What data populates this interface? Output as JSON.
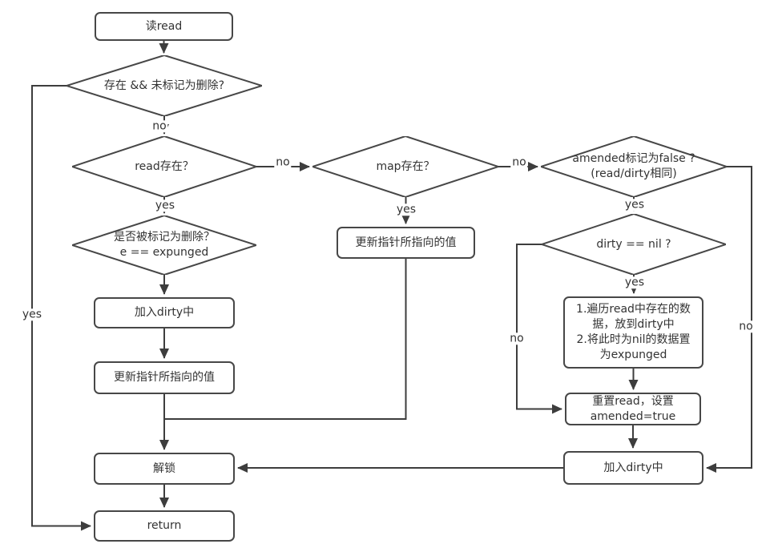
{
  "nodes": {
    "start": {
      "label": "读read"
    },
    "exists_check": {
      "label": "存在 && 未标记为删除?"
    },
    "read_exists": {
      "label": "read存在？"
    },
    "map_exists": {
      "label": "map存在？"
    },
    "amended": {
      "line1": "amended标记为false ?",
      "line2": "(read/dirty相同)"
    },
    "expunged": {
      "line1": "是否被标记为删除？",
      "line2": "e == expunged"
    },
    "dirty_nil": {
      "label": "dirty == nil ?"
    },
    "update_pointer_mid": {
      "label": "更新指针所指向的值"
    },
    "add_dirty_left": {
      "label": "加入dirty中"
    },
    "update_pointer_left": {
      "label": "更新指针所指向的值"
    },
    "traverse_read": {
      "item1": "1.遍历read中存在的数据，放到dirty中",
      "item2": "2.将此时为nil的数据置为expunged"
    },
    "reset_read": {
      "line1": "重置read，设置",
      "line2": "amended=true"
    },
    "add_dirty_right": {
      "label": "加入dirty中"
    },
    "unlock": {
      "label": "解锁"
    },
    "return": {
      "label": "return"
    }
  },
  "edge_labels": {
    "exists_no": "no",
    "exists_yes": "yes",
    "read_exists_yes": "yes",
    "read_exists_no": "no",
    "map_exists_yes": "yes",
    "map_exists_no": "no",
    "amended_yes": "yes",
    "amended_no": "no",
    "dirty_nil_yes": "yes",
    "dirty_nil_no": "no"
  },
  "edges": [
    {
      "from": "start",
      "to": "exists_check",
      "label": ""
    },
    {
      "from": "exists_check",
      "to": "read_exists",
      "label": "no"
    },
    {
      "from": "exists_check",
      "to": "return",
      "label": "yes"
    },
    {
      "from": "read_exists",
      "to": "expunged",
      "label": "yes"
    },
    {
      "from": "read_exists",
      "to": "map_exists",
      "label": "no"
    },
    {
      "from": "map_exists",
      "to": "update_pointer_mid",
      "label": "yes"
    },
    {
      "from": "map_exists",
      "to": "amended",
      "label": "no"
    },
    {
      "from": "amended",
      "to": "dirty_nil",
      "label": "yes"
    },
    {
      "from": "amended",
      "to": "add_dirty_right",
      "label": "no"
    },
    {
      "from": "expunged",
      "to": "add_dirty_left",
      "label": ""
    },
    {
      "from": "add_dirty_left",
      "to": "update_pointer_left",
      "label": ""
    },
    {
      "from": "update_pointer_left",
      "to": "unlock",
      "label": ""
    },
    {
      "from": "update_pointer_mid",
      "to": "unlock",
      "label": ""
    },
    {
      "from": "dirty_nil",
      "to": "traverse_read",
      "label": "yes"
    },
    {
      "from": "dirty_nil",
      "to": "reset_read",
      "label": "no"
    },
    {
      "from": "traverse_read",
      "to": "reset_read",
      "label": ""
    },
    {
      "from": "reset_read",
      "to": "add_dirty_right",
      "label": ""
    },
    {
      "from": "add_dirty_right",
      "to": "unlock",
      "label": ""
    },
    {
      "from": "unlock",
      "to": "return",
      "label": ""
    }
  ],
  "colors": {
    "line": "#3d3d3d",
    "node_border": "#474747",
    "node_fill": "#ffffff",
    "text": "#333333",
    "background": "#ffffff"
  }
}
